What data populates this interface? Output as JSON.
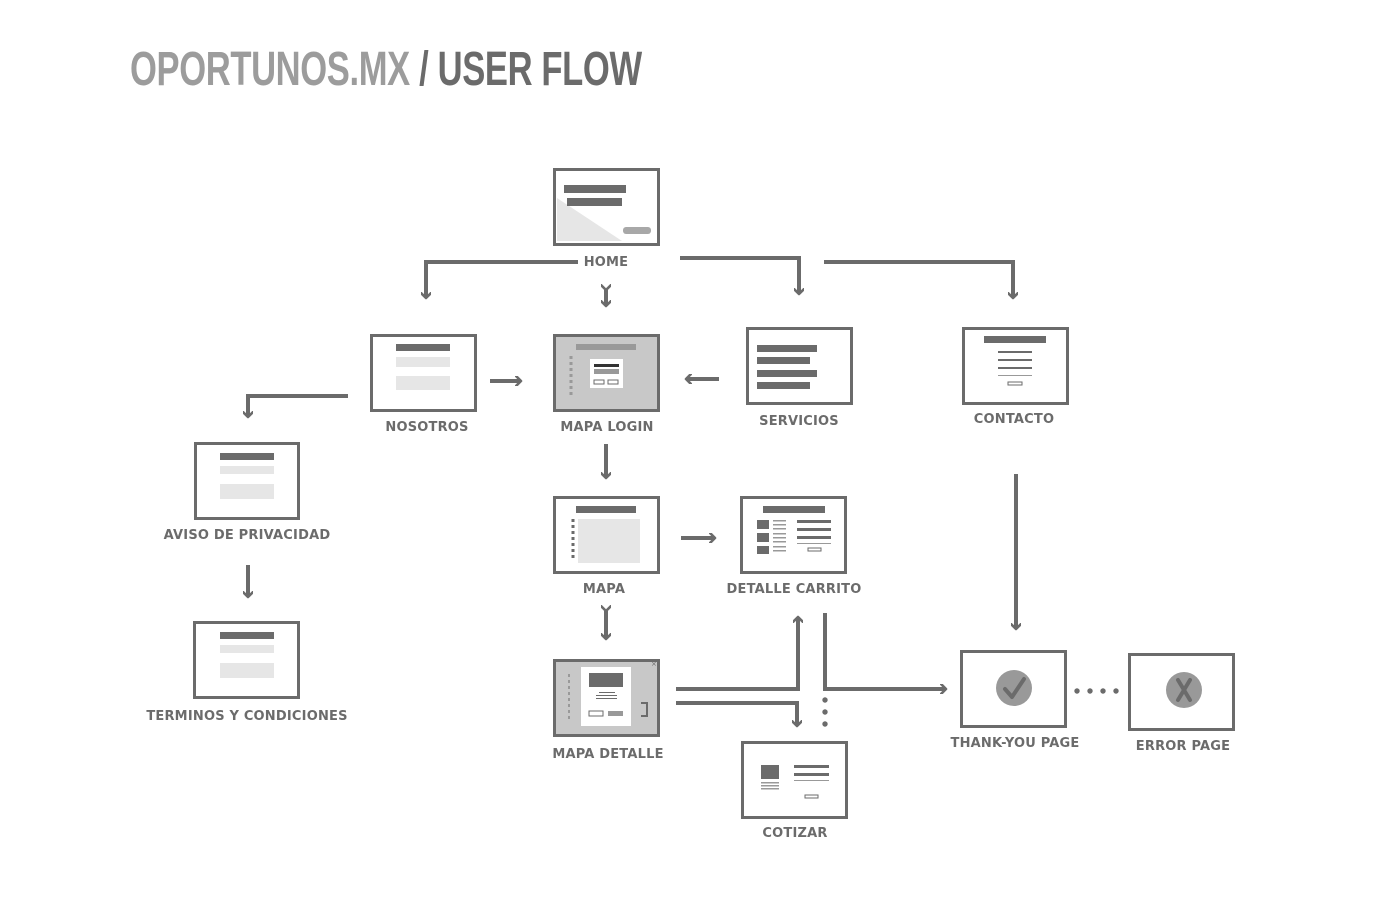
{
  "header": {
    "brand": "OPORTUNOS.MX",
    "separator": "/",
    "title": "USER FLOW"
  },
  "colors": {
    "frame": "#6b6b6b",
    "light_fill": "#e6e6e6",
    "mid_fill": "#c8c8c8",
    "text": "#6b6b6b"
  },
  "screens": {
    "home": "HOME",
    "nosotros": "NOSOTROS",
    "mapa_login": "MAPA LOGIN",
    "servicios": "SERVICIOS",
    "contacto": "CONTACTO",
    "aviso": "AVISO DE PRIVACIDAD",
    "terminos": "TERMINOS Y CONDICIONES",
    "mapa": "MAPA",
    "detalle_carrito": "DETALLE CARRITO",
    "mapa_detalle": "MAPA DETALLE",
    "cotizar": "COTIZAR",
    "thank_you": "THANK-YOU PAGE",
    "error": "ERROR PAGE"
  },
  "icons": {
    "thank_you": "checkmark-icon",
    "error": "x-icon"
  }
}
